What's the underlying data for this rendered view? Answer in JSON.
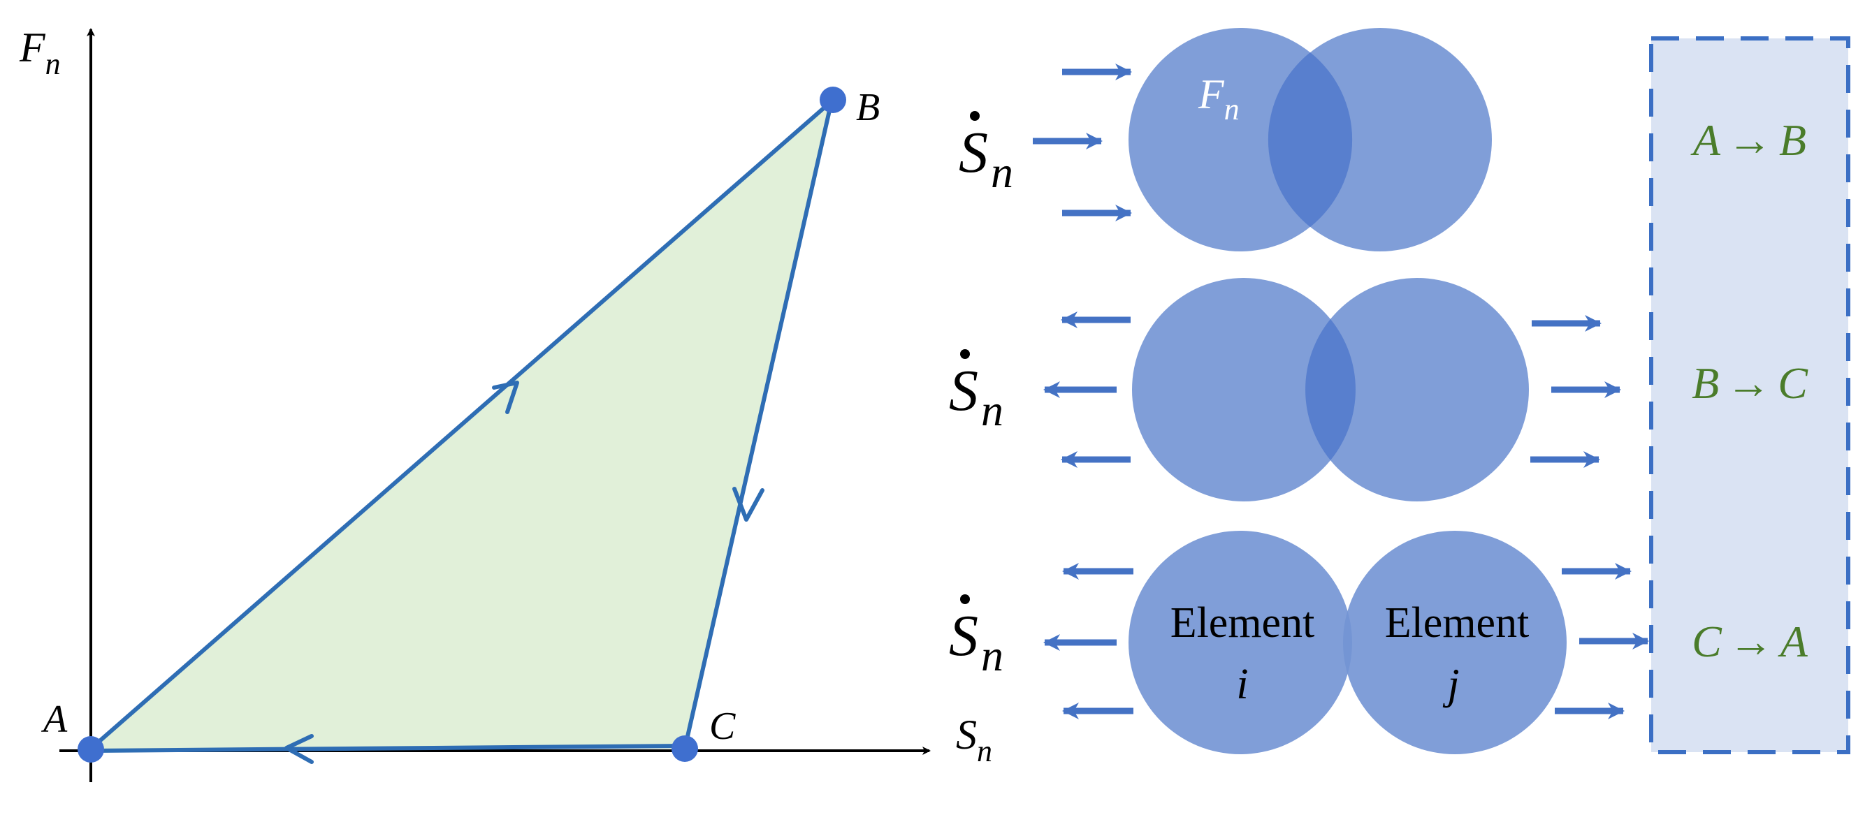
{
  "colors": {
    "axis": "#000000",
    "loop_fill": "#e1f0d9",
    "loop_stroke": "#2e6db4",
    "point": "#3f6fcf",
    "circle_fill": "#7294d4",
    "overlap_fill": "#587fce",
    "force_arrow": "#6a2c99",
    "motion_arrow": "#4472c4",
    "panel_fill": "#dae3f3",
    "panel_border": "#3b6fc4",
    "stage_text": "#4a7c2a",
    "label_text": "#000000",
    "fn_label_text": "#ffffff"
  },
  "graph": {
    "y_axis_label": {
      "main": "F",
      "sub": "n"
    },
    "x_axis_label": {
      "main": "S",
      "sub": "n"
    },
    "points": {
      "A": "A",
      "B": "B",
      "C": "C"
    }
  },
  "rows": [
    {
      "id": "A-B",
      "rate_label": {
        "main": "S",
        "sub": "n"
      },
      "force_label": {
        "main": "F",
        "sub": "n"
      },
      "motion": "approach"
    },
    {
      "id": "B-C",
      "rate_label": {
        "main": "S",
        "sub": "n"
      },
      "motion": "separate"
    },
    {
      "id": "C-A",
      "rate_label": {
        "main": "S",
        "sub": "n"
      },
      "element_labels": [
        {
          "word": "Element",
          "index": "i"
        },
        {
          "word": "Element",
          "index": "j"
        }
      ],
      "motion": "separate"
    }
  ],
  "stages": [
    {
      "from": "A",
      "arrow": "→",
      "to": "B"
    },
    {
      "from": "B",
      "arrow": "→",
      "to": "C"
    },
    {
      "from": "C",
      "arrow": "→",
      "to": "A"
    }
  ]
}
